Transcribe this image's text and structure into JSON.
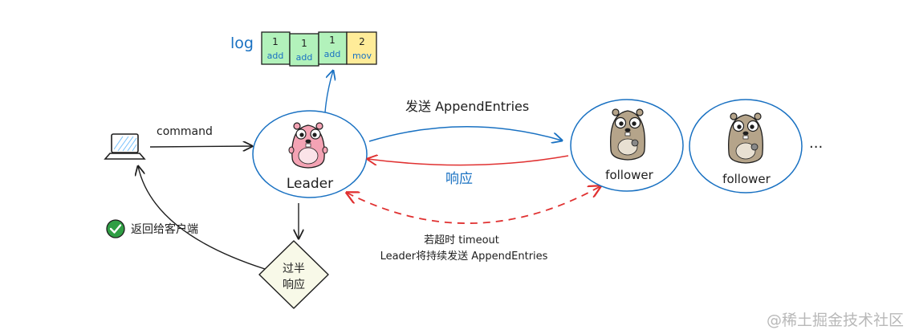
{
  "log": {
    "label": "log",
    "entries": [
      {
        "term": "1",
        "op": "add",
        "fill": "#b2f2bb"
      },
      {
        "term": "1",
        "op": "add",
        "fill": "#b2f2bb"
      },
      {
        "term": "1",
        "op": "add",
        "fill": "#b2f2bb"
      },
      {
        "term": "2",
        "op": "mov",
        "fill": "#ffec99"
      }
    ]
  },
  "labels": {
    "command": "command",
    "leader": "Leader",
    "send_append": "发送 AppendEntries",
    "respond": "响应",
    "timeout_line1": "若超时 timeout",
    "timeout_line2": "Leader将持续发送 AppendEntries",
    "return_to_client": "返回给客户端",
    "majority_line1": "过半",
    "majority_line2": "响应",
    "followers": [
      "follower",
      "follower"
    ],
    "ellipsis": "...",
    "watermark": "@稀土掘金技术社区"
  },
  "colors": {
    "node_stroke": "#1971c2",
    "log_text": "#1971c2",
    "append_arrow": "#1971c2",
    "response_arrow": "#e03131",
    "timeout_arrow": "#e03131",
    "check_badge": "#2f9e44",
    "diamond_fill": "#f8f9e8",
    "ink": "#1e1e1e"
  }
}
